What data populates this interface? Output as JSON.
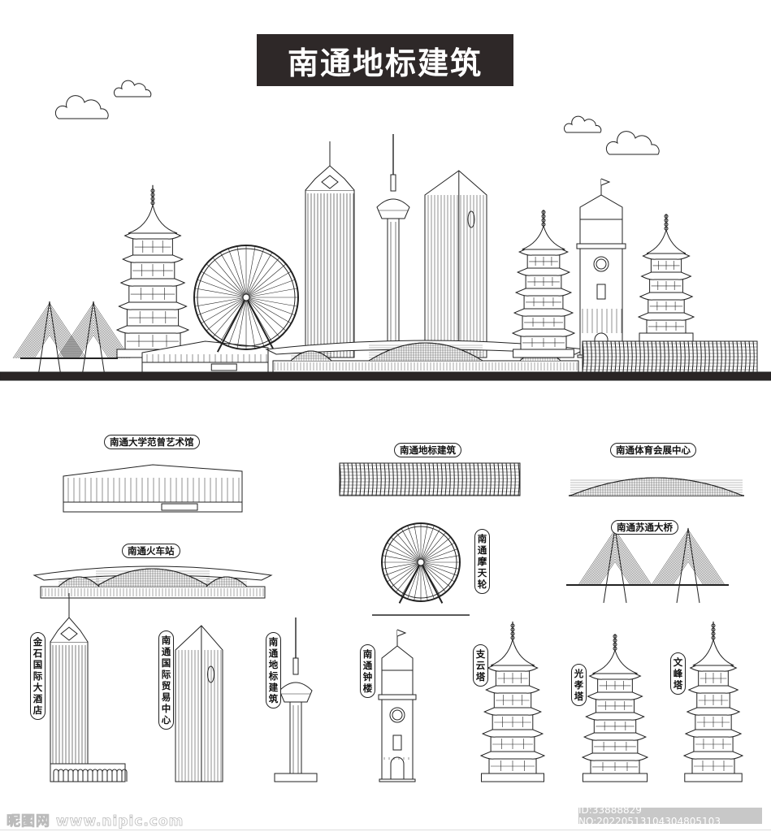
{
  "title": "南通地标建筑",
  "labels": {
    "art_museum": "南通大学范曾艺术馆",
    "landmark": "南通地标建筑",
    "expo_center": "南通体育会展中心",
    "sutong_bridge": "南通苏通大桥",
    "railway_station": "南通火车站",
    "ferris_wheel": "南通摩天轮",
    "jinshi_hotel": "金石国际大酒店",
    "trade_center": "南通国际贸易中心",
    "tv_tower": "南通地标建筑",
    "clock_tower": "南通钟楼",
    "zhiyun_pagoda": "支云塔",
    "guangxiao_pagoda": "光孝塔",
    "wenfeng_pagoda": "文峰塔"
  },
  "watermark": {
    "site": "昵图网 www.nipic.com",
    "id": "ID:33888829 NO:20220513104304805103"
  },
  "colors": {
    "ink": "#222222",
    "title_bg": "#2e2828",
    "ground": "#2a2525"
  }
}
